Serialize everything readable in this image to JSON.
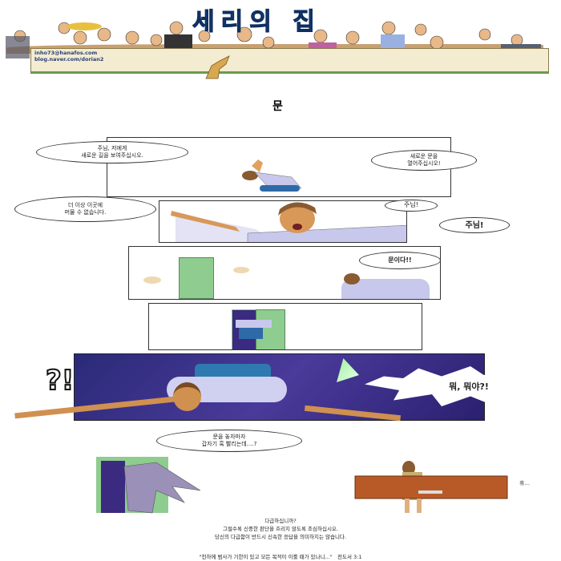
{
  "banner": {
    "title": "세리의 집",
    "email": "inho73@hanafos.com",
    "blog": "blog.naver.com/dorian2"
  },
  "episode_title": "문",
  "panels": {
    "p1": {
      "bubble_left": [
        "주님, 저에게",
        "새로운 길을 보여주십시오."
      ],
      "bubble_right": [
        "새로운 문을",
        "열어주십시오!"
      ]
    },
    "p2": {
      "bubble_left": [
        "더 이상 이곳에",
        "머물 수 없습니다."
      ],
      "bubble_small": "주님!",
      "bubble_big": "주님!"
    },
    "p3": {
      "bubble": "문이다!!"
    },
    "p5": {
      "exclaim": "?!",
      "burst": "뭐, 뭐야?!"
    },
    "p6": {
      "bubble": [
        "문을 놓자마자",
        "갑자기 훅 빨리는데....?"
      ],
      "sigh": "휴..."
    }
  },
  "message": {
    "lines": [
      "다급하십니까?",
      "그럴수록 신중한 판단을 흐리지 않도록 조심하십시오.",
      "당신의 다급함이 반드시 신속한 응답을 의미하지는 않습니다."
    ],
    "quote": "\"천하에 범사가 기한이 있고 모든 목적이 이룰 때가 있나니...\"",
    "quote_source": "전도서 3:1"
  },
  "colors": {
    "title_blue": "#1c4c8c",
    "night_purple": "#3a2a80",
    "door_green": "#8fcc8f",
    "shirt": "#c8c8ec"
  }
}
